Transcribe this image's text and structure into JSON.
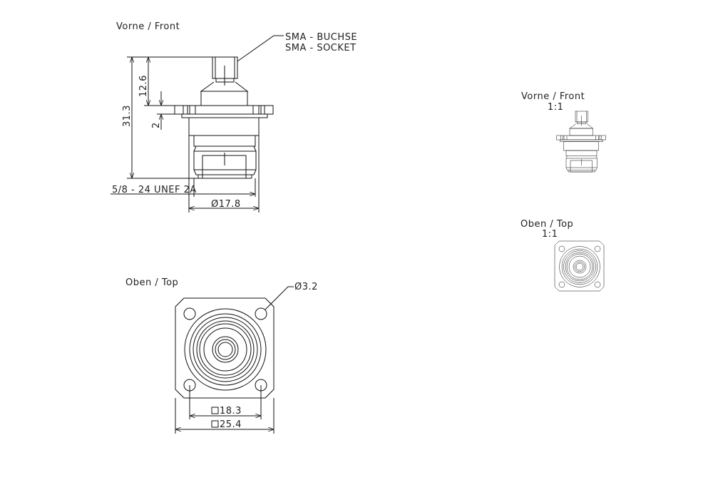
{
  "labels": {
    "front_large": "Vorne  /  Front",
    "top_large": "Oben  /  Top",
    "front_small": "Vorne  /  Front",
    "front_small_scale": "1:1",
    "top_small": "Oben  /  Top",
    "top_small_scale": "1:1",
    "connector_de": "SMA  -  BUCHSE",
    "connector_en": "SMA  -  SOCKET",
    "thread": "5/8 - 24  UNEF  2A"
  },
  "dimensions": {
    "total_height": "31.3",
    "upper_height": "12.6",
    "flange_thickness": "2",
    "body_diameter": "Ø17.8",
    "hole_diameter": "Ø3.2",
    "hole_spacing": "18.3",
    "flange_width": "25.4"
  }
}
